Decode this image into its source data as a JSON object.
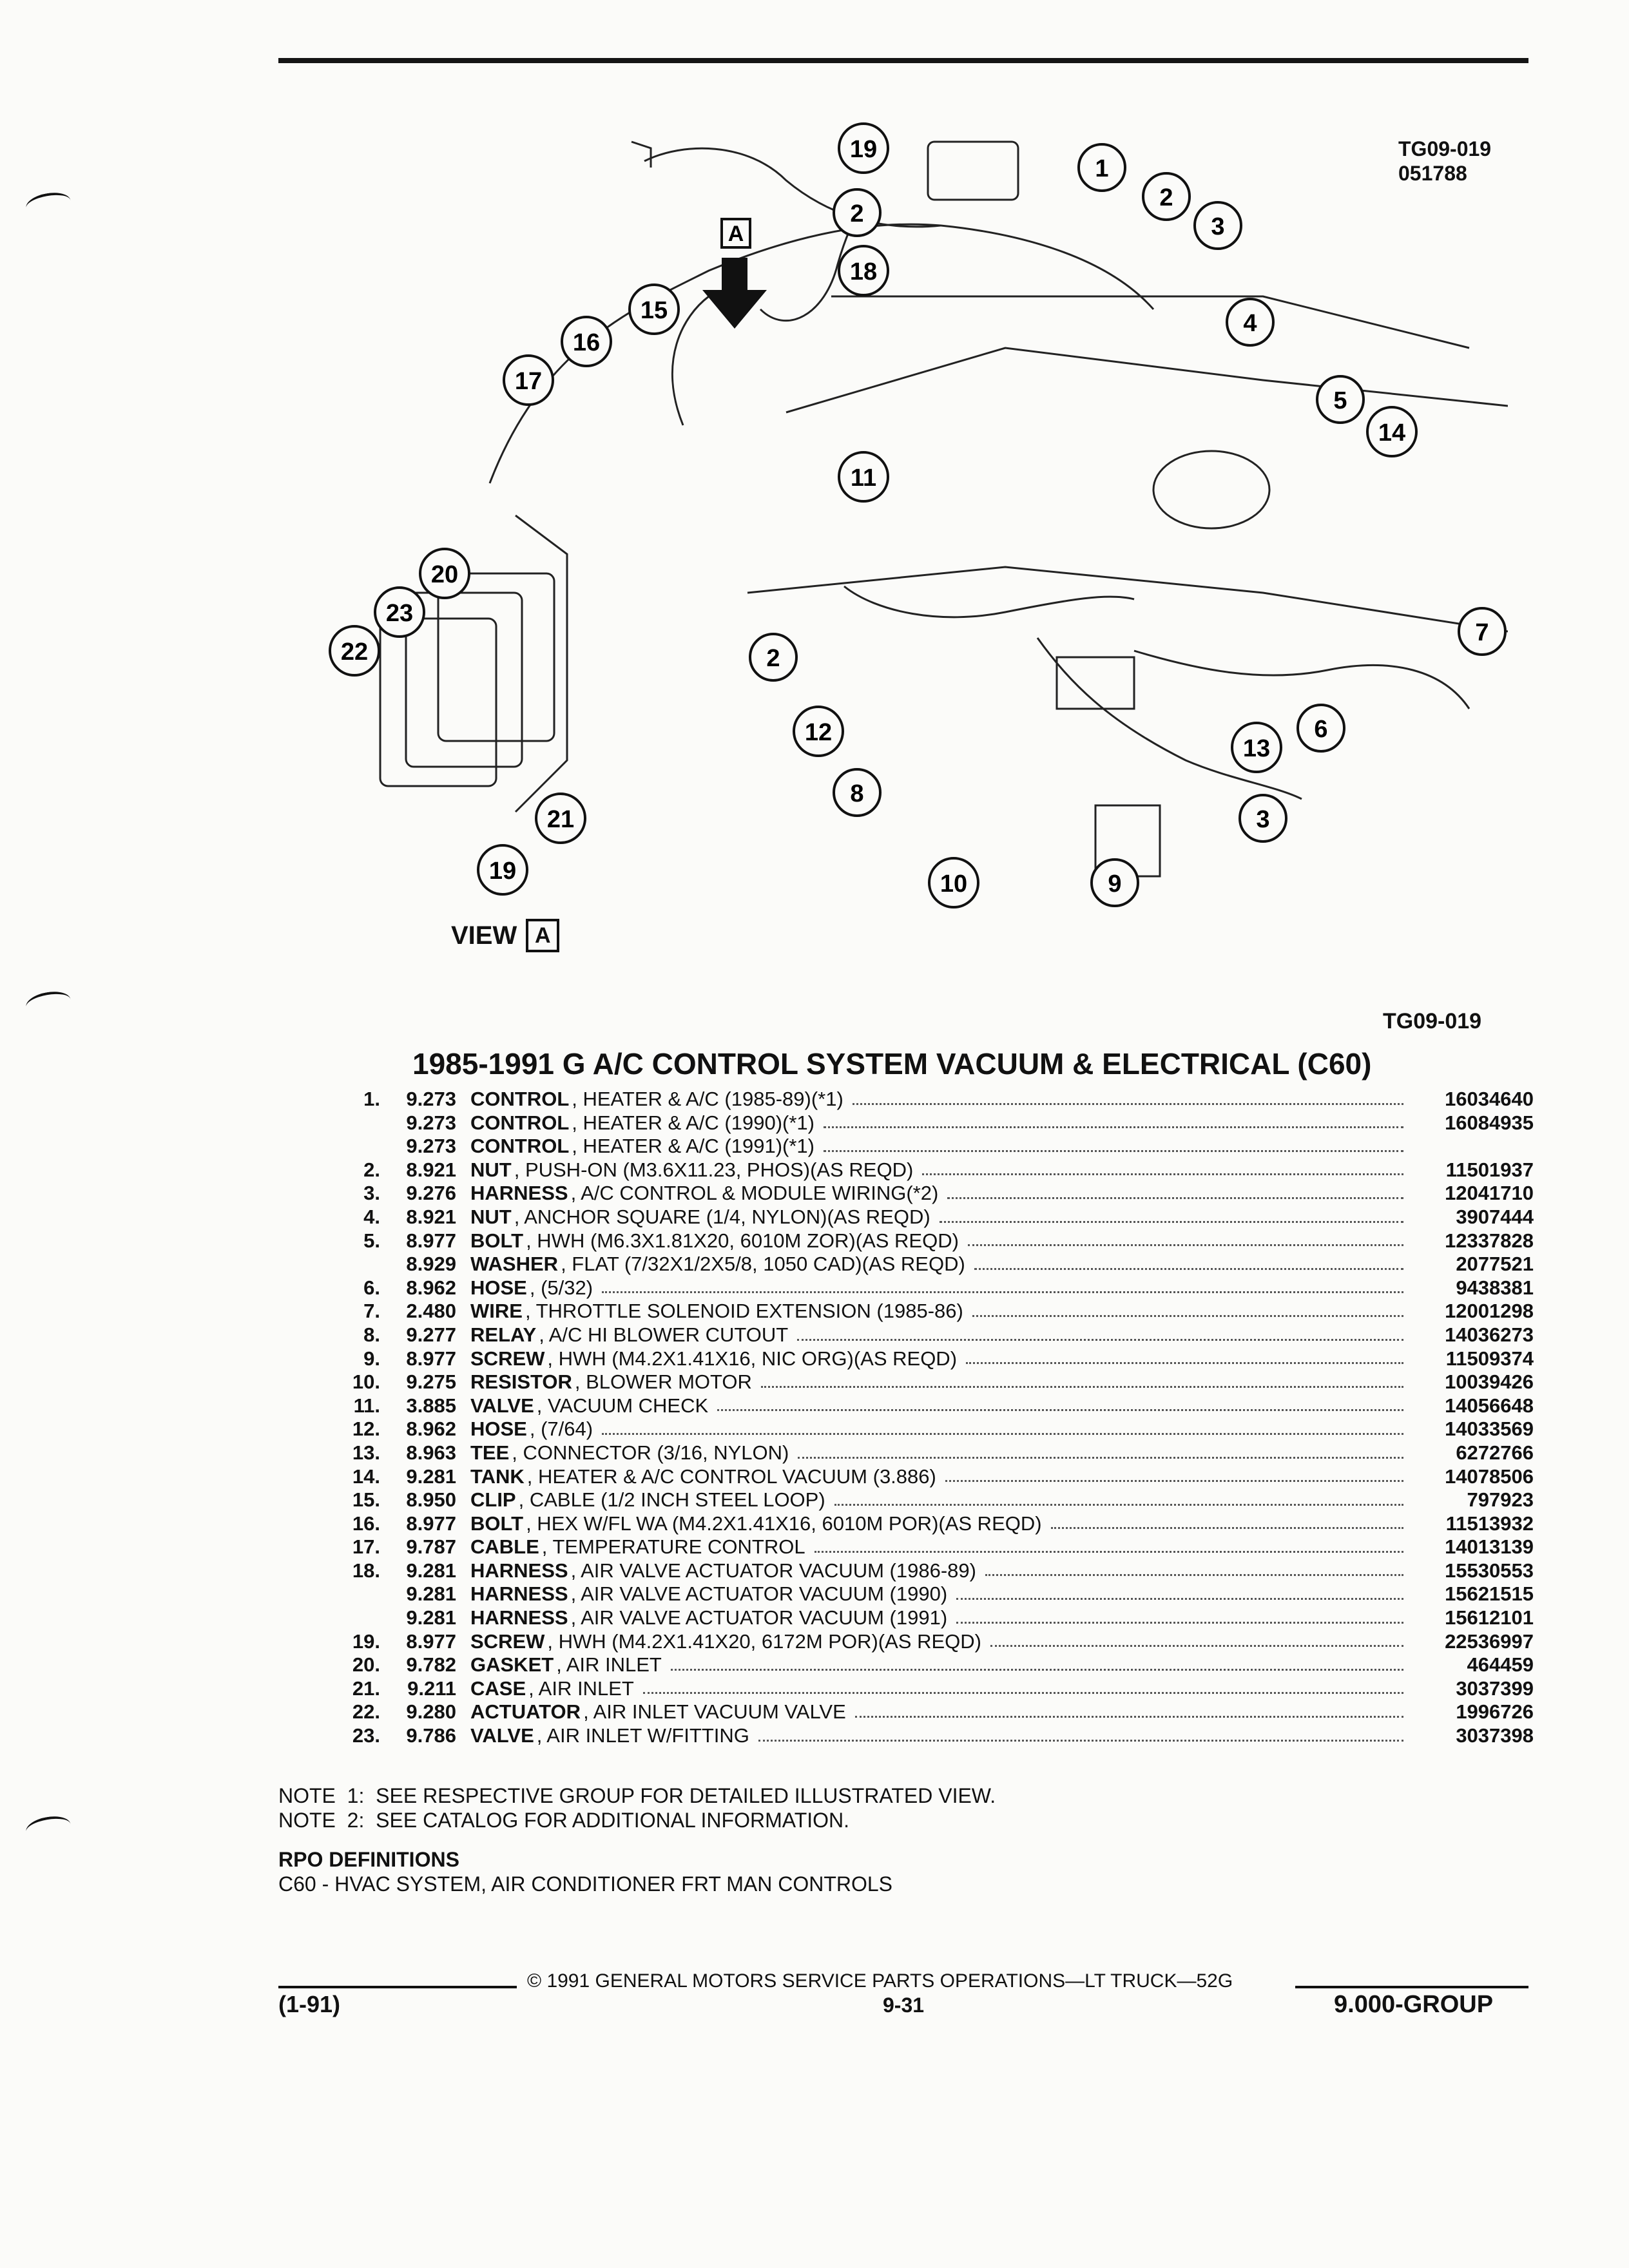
{
  "figure_id": {
    "code": "TG09-019",
    "date": "051788"
  },
  "view": {
    "prefix": "VIEW",
    "letter": "A"
  },
  "figure_id_bottom": "TG09-019",
  "title": "1985-1991 G A/C CONTROL SYSTEM VACUUM & ELECTRICAL (C60)",
  "callouts": [
    "1",
    "2",
    "2",
    "3",
    "4",
    "5",
    "14",
    "19",
    "18",
    "15",
    "16",
    "17",
    "A",
    "11",
    "20",
    "23",
    "22",
    "2",
    "7",
    "6",
    "13",
    "12",
    "8",
    "3",
    "21",
    "19",
    "10",
    "9"
  ],
  "parts": [
    {
      "num": "1.",
      "group": "9.273",
      "name": "CONTROL",
      "detail": ", HEATER & A/C (1985-89)(*1)",
      "part": "16034640"
    },
    {
      "num": "",
      "group": "9.273",
      "name": "CONTROL",
      "detail": ", HEATER & A/C (1990)(*1)",
      "part": "16084935"
    },
    {
      "num": "",
      "group": "9.273",
      "name": "CONTROL",
      "detail": ", HEATER & A/C (1991)(*1)",
      "part": ""
    },
    {
      "num": "2.",
      "group": "8.921",
      "name": "NUT",
      "detail": ", PUSH-ON (M3.6X11.23, PHOS)(AS REQD)",
      "part": "11501937"
    },
    {
      "num": "3.",
      "group": "9.276",
      "name": "HARNESS",
      "detail": ", A/C CONTROL & MODULE WIRING(*2)",
      "part": "12041710"
    },
    {
      "num": "4.",
      "group": "8.921",
      "name": "NUT",
      "detail": ", ANCHOR SQUARE (1/4, NYLON)(AS REQD)",
      "part": "3907444"
    },
    {
      "num": "5.",
      "group": "8.977",
      "name": "BOLT",
      "detail": ", HWH (M6.3X1.81X20, 6010M ZOR)(AS REQD)",
      "part": "12337828"
    },
    {
      "num": "",
      "group": "8.929",
      "name": "WASHER",
      "detail": ", FLAT (7/32X1/2X5/8, 1050 CAD)(AS REQD)",
      "part": "2077521"
    },
    {
      "num": "6.",
      "group": "8.962",
      "name": "HOSE",
      "detail": ", (5/32)",
      "part": "9438381"
    },
    {
      "num": "7.",
      "group": "2.480",
      "name": "WIRE",
      "detail": ", THROTTLE SOLENOID EXTENSION (1985-86)",
      "part": "12001298"
    },
    {
      "num": "8.",
      "group": "9.277",
      "name": "RELAY",
      "detail": ", A/C HI BLOWER CUTOUT",
      "part": "14036273"
    },
    {
      "num": "9.",
      "group": "8.977",
      "name": "SCREW",
      "detail": ", HWH (M4.2X1.41X16, NIC ORG)(AS REQD)",
      "part": "11509374"
    },
    {
      "num": "10.",
      "group": "9.275",
      "name": "RESISTOR",
      "detail": ", BLOWER MOTOR",
      "part": "10039426"
    },
    {
      "num": "11.",
      "group": "3.885",
      "name": "VALVE",
      "detail": ", VACUUM CHECK",
      "part": "14056648"
    },
    {
      "num": "12.",
      "group": "8.962",
      "name": "HOSE",
      "detail": ", (7/64)",
      "part": "14033569"
    },
    {
      "num": "13.",
      "group": "8.963",
      "name": "TEE",
      "detail": ", CONNECTOR (3/16, NYLON)",
      "part": "6272766"
    },
    {
      "num": "14.",
      "group": "9.281",
      "name": "TANK",
      "detail": ", HEATER & A/C CONTROL VACUUM (3.886)",
      "part": "14078506"
    },
    {
      "num": "15.",
      "group": "8.950",
      "name": "CLIP",
      "detail": ", CABLE (1/2 INCH STEEL LOOP)",
      "part": "797923"
    },
    {
      "num": "16.",
      "group": "8.977",
      "name": "BOLT",
      "detail": ", HEX W/FL WA (M4.2X1.41X16, 6010M POR)(AS REQD)",
      "part": "11513932"
    },
    {
      "num": "17.",
      "group": "9.787",
      "name": "CABLE",
      "detail": ", TEMPERATURE CONTROL",
      "part": "14013139"
    },
    {
      "num": "18.",
      "group": "9.281",
      "name": "HARNESS",
      "detail": ", AIR VALVE ACTUATOR VACUUM (1986-89)",
      "part": "15530553"
    },
    {
      "num": "",
      "group": "9.281",
      "name": "HARNESS",
      "detail": ", AIR VALVE ACTUATOR VACUUM (1990)",
      "part": "15621515"
    },
    {
      "num": "",
      "group": "9.281",
      "name": "HARNESS",
      "detail": ", AIR VALVE ACTUATOR VACUUM (1991)",
      "part": "15612101"
    },
    {
      "num": "19.",
      "group": "8.977",
      "name": "SCREW",
      "detail": ", HWH (M4.2X1.41X20, 6172M POR)(AS REQD)",
      "part": "22536997"
    },
    {
      "num": "20.",
      "group": "9.782",
      "name": "GASKET",
      "detail": ", AIR INLET",
      "part": "464459"
    },
    {
      "num": "21.",
      "group": "9.211",
      "name": "CASE",
      "detail": ", AIR INLET",
      "part": "3037399"
    },
    {
      "num": "22.",
      "group": "9.280",
      "name": "ACTUATOR",
      "detail": ", AIR INLET VACUUM VALVE",
      "part": "1996726"
    },
    {
      "num": "23.",
      "group": "9.786",
      "name": "VALVE",
      "detail": ", AIR INLET W/FITTING",
      "part": "3037398"
    }
  ],
  "notes": [
    "NOTE  1:  SEE RESPECTIVE GROUP FOR DETAILED ILLUSTRATED VIEW.",
    "NOTE  2:  SEE CATALOG FOR ADDITIONAL INFORMATION."
  ],
  "rpo": {
    "heading": "RPO DEFINITIONS",
    "line": "C60 - HVAC SYSTEM, AIR CONDITIONER FRT MAN CONTROLS"
  },
  "footer": {
    "copyright": "© 1991 GENERAL MOTORS SERVICE PARTS OPERATIONS—LT TRUCK—52G",
    "date": "(1-91)",
    "page": "9-31",
    "group": "9.000-GROUP"
  }
}
